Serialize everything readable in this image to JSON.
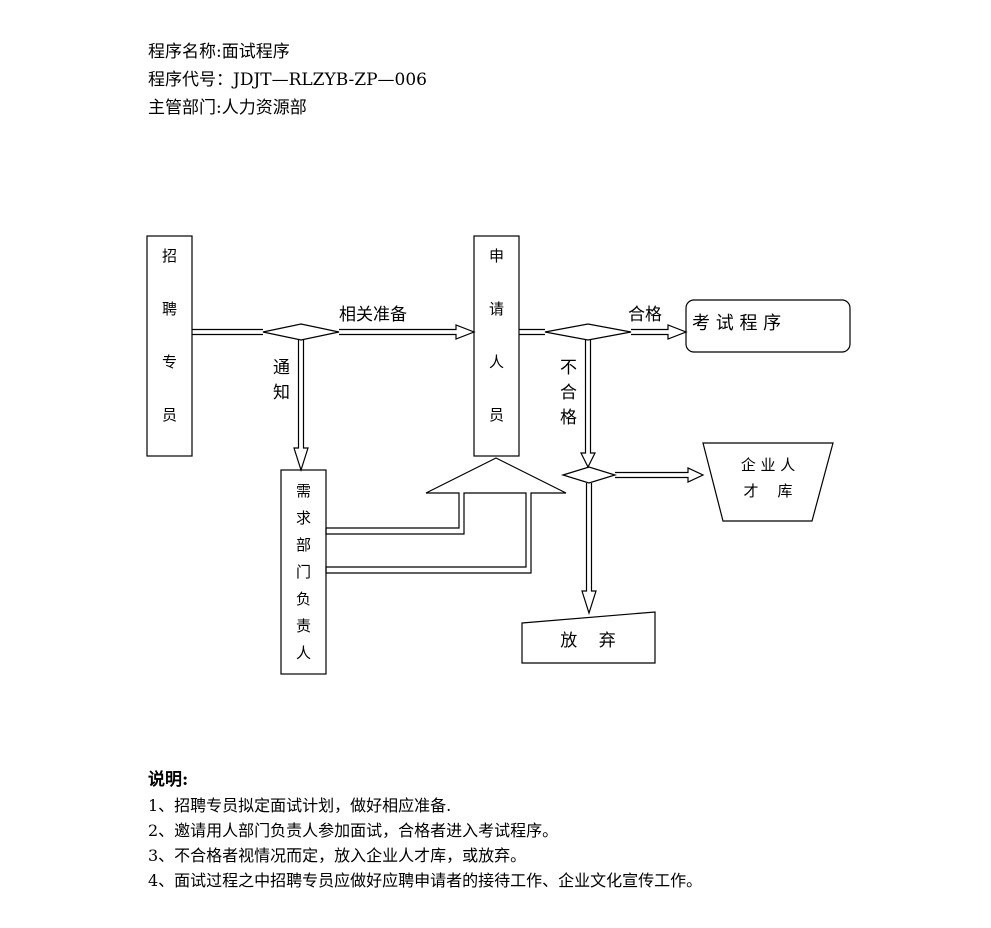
{
  "header": {
    "program_name": "程序名称:面试程序",
    "program_code": "程序代号：JDJT—RLZYB-ZP—006",
    "department": "主管部门:人力资源部"
  },
  "diagram": {
    "nodes": {
      "recruiter": [
        "招",
        "聘",
        "专",
        "员"
      ],
      "applicant": [
        "申",
        "请",
        "人",
        "员"
      ],
      "dept_head": [
        "需",
        "求",
        "部",
        "门",
        "负",
        "责",
        "人"
      ],
      "exam": "考 试 程 序",
      "talent_pool": {
        "line1": "企 业 人",
        "line2": "才    库"
      },
      "abandon": "放    弃"
    },
    "labels": {
      "prepare": "相关准备",
      "notify": [
        "通",
        "知"
      ],
      "pass": "合格",
      "fail": [
        "不",
        "合",
        "格"
      ]
    }
  },
  "notes": {
    "heading": "说明:",
    "items": [
      "1、招聘专员拟定面试计划，做好相应准备.",
      "2、邀请用人部门负责人参加面试，合格者进入考试程序。",
      "3、不合格者视情况而定，放入企业人才库，或放弃。",
      "4、面试过程之中招聘专员应做好应聘申请者的接待工作、企业文化宣传工作。"
    ]
  }
}
